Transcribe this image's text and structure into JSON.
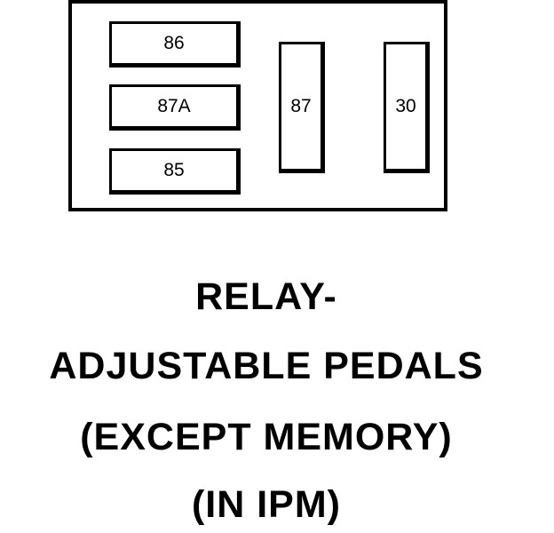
{
  "relay": {
    "pins": {
      "pin_86": "86",
      "pin_87a": "87A",
      "pin_85": "85",
      "pin_87": "87",
      "pin_30": "30"
    }
  },
  "caption": {
    "line1": "RELAY-",
    "line2": "ADJUSTABLE PEDALS",
    "line3": "(EXCEPT MEMORY)",
    "line4": "(IN IPM)"
  }
}
